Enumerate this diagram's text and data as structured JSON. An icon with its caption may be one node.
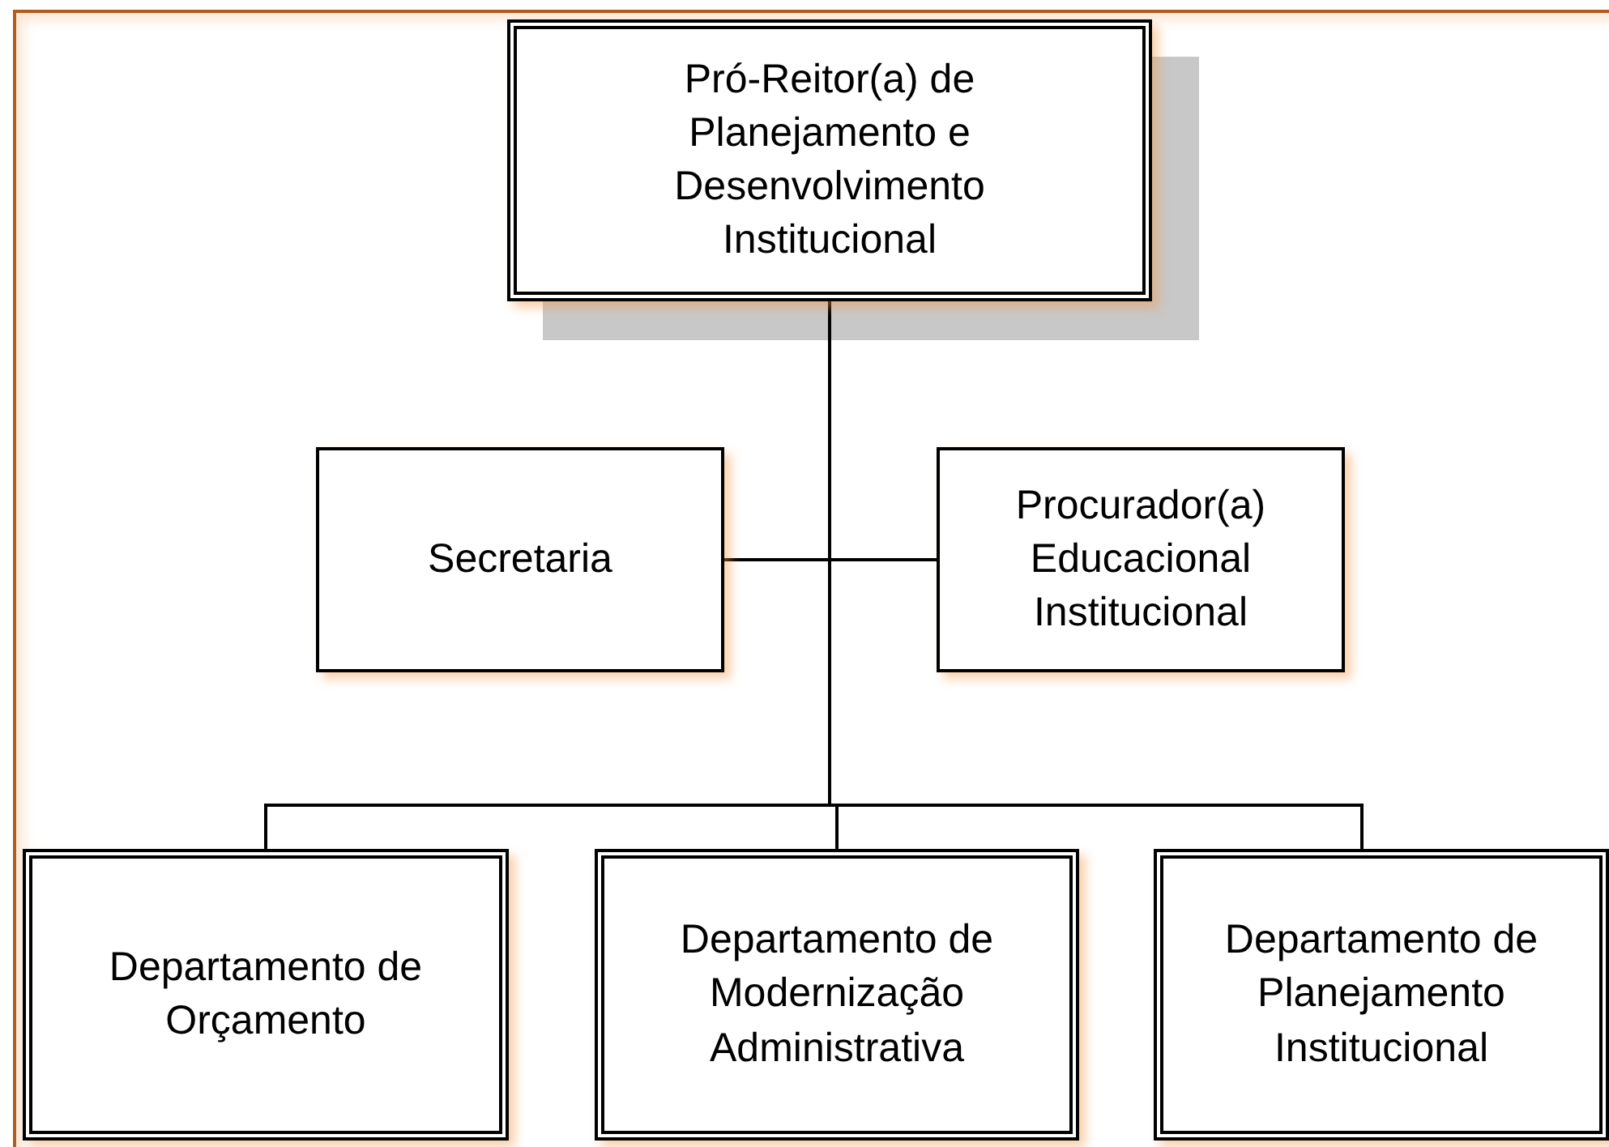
{
  "diagram": {
    "nodes": [
      {
        "text": [
          "Pró-Reitor(a) de Planejamento e Desenvolvimento Institucional"
        ]
      },
      {
        "text": [
          "Secretaria"
        ]
      },
      {
        "text": [
          "Procurador(a) Educacional Institucional"
        ]
      },
      {
        "text": [
          "Departamento de Orçamento"
        ]
      },
      {
        "text": [
          "Departamento de Modernização Administrativa"
        ]
      },
      {
        "text": [
          "Departamento de Planejamento Institucional"
        ]
      }
    ],
    "edges": [
      {
        "from": 0,
        "to": 1,
        "arrow": "none"
      },
      {
        "from": 0,
        "to": 2,
        "arrow": "none"
      },
      {
        "from": 0,
        "to": 3,
        "arrow": "none"
      },
      {
        "from": 0,
        "to": 4,
        "arrow": "none"
      },
      {
        "from": 0,
        "to": 5,
        "arrow": "none"
      }
    ]
  }
}
